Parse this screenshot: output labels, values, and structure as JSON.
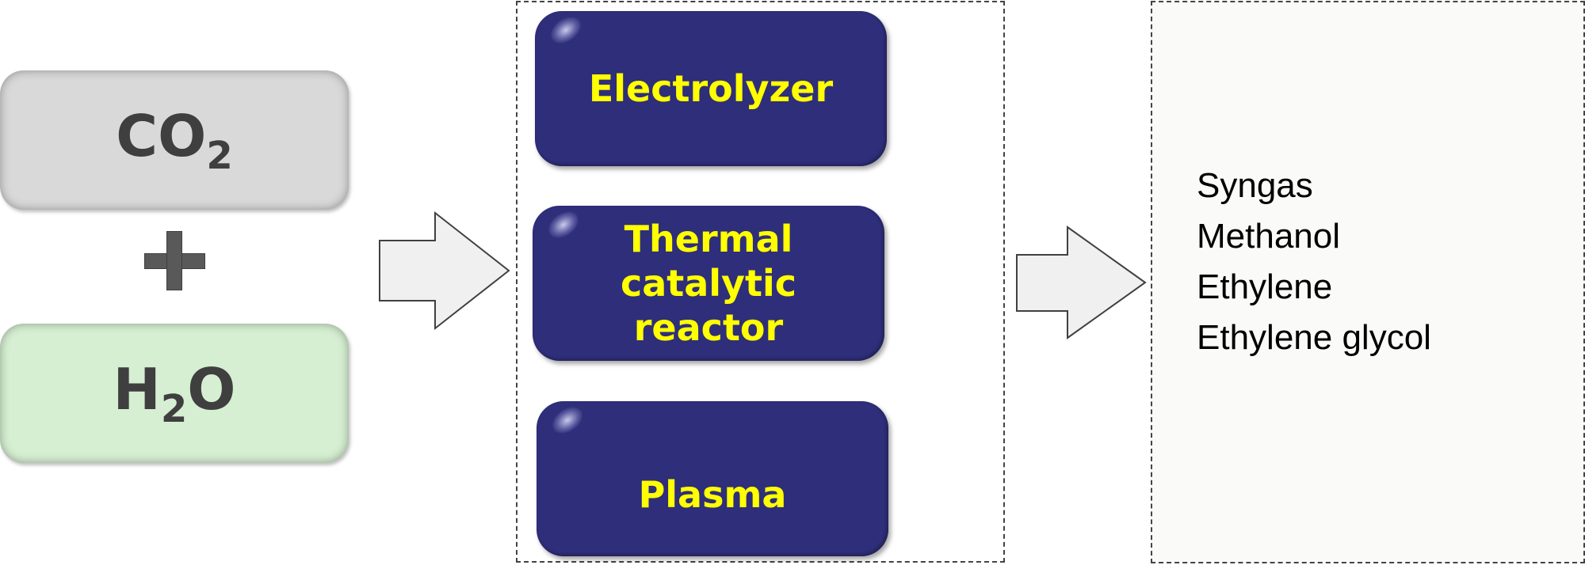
{
  "reactants": {
    "co2": {
      "base": "CO",
      "sub": "2"
    },
    "plus": "+",
    "h2o": {
      "pre": "H",
      "sub": "2",
      "post": "O"
    }
  },
  "processes": [
    {
      "label": "Electrolyzer"
    },
    {
      "label_line1": "Thermal catalytic",
      "label_line2": "reactor"
    },
    {
      "label": "Plasma"
    }
  ],
  "products": [
    "Syngas",
    "Methanol",
    "Ethylene",
    "Ethylene glycol"
  ],
  "colors": {
    "co2_box": "#d9d9d9",
    "h2o_box": "#d6efd2",
    "process_box": "#2e2e7a",
    "process_text": "#ffff00",
    "arrow_fill": "#f0f0f0",
    "reactant_text": "#3f3f3f"
  }
}
